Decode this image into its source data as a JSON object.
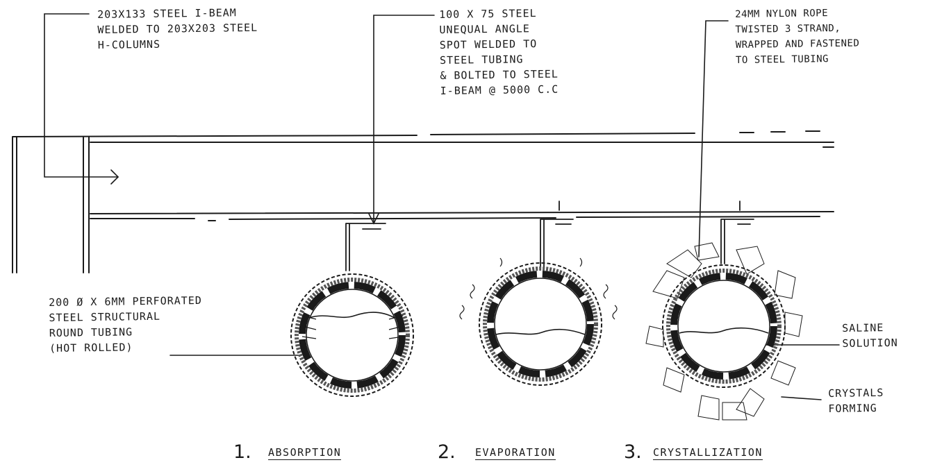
{
  "annotations": {
    "ibeam": [
      "203x133 steel I-beam",
      "welded to 203x203 steel",
      "H-columns"
    ],
    "angle": [
      "100 x 75 steel",
      "unequal angle",
      "spot welded to",
      "steel tubing",
      "& bolted to steel",
      "I-beam @ 5000 c.c"
    ],
    "rope": [
      "24mm nylon rope",
      "twisted 3 strand,",
      "wrapped and fastened",
      "to steel tubing"
    ],
    "tubing": [
      "200 Ø x 6mm perforated",
      "steel structural",
      "round tubing",
      "(hot rolled)"
    ],
    "saline": [
      "saline",
      "solution"
    ],
    "crystals": [
      "crystals",
      "forming"
    ]
  },
  "captions": [
    {
      "number": "1.",
      "label": "absorption"
    },
    {
      "number": "2.",
      "label": "evaporation"
    },
    {
      "number": "3.",
      "label": "crystallization"
    }
  ],
  "colors": {
    "ink": "#1a1a1a",
    "paper": "#ffffff",
    "shade": "#555555",
    "light": "#cccccc"
  }
}
